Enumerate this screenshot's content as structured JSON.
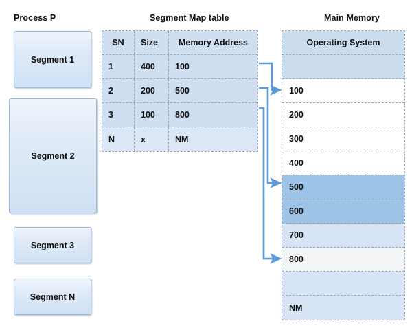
{
  "titles": {
    "process": "Process P",
    "segment_table": "Segment Map table",
    "main_memory": "Main Memory"
  },
  "process": {
    "segments": [
      {
        "label": "Segment 1"
      },
      {
        "label": "Segment 2"
      },
      {
        "label": "Segment 3"
      },
      {
        "label": "Segment N"
      }
    ]
  },
  "segment_map_table": {
    "headers": {
      "sn": "SN",
      "size": "Size",
      "address": "Memory Address"
    },
    "rows": [
      {
        "sn": "1",
        "size": "400",
        "address": "100"
      },
      {
        "sn": "2",
        "size": "200",
        "address": "500"
      },
      {
        "sn": "3",
        "size": "100",
        "address": "800"
      },
      {
        "sn": "N",
        "size": "x",
        "address": "NM"
      }
    ]
  },
  "main_memory": {
    "rows": [
      {
        "label": "Operating System"
      },
      {
        "label": ""
      },
      {
        "label": "100"
      },
      {
        "label": "200"
      },
      {
        "label": "300"
      },
      {
        "label": "400"
      },
      {
        "label": "500"
      },
      {
        "label": "600"
      },
      {
        "label": "700"
      },
      {
        "label": "800"
      },
      {
        "label": ""
      },
      {
        "label": "NM"
      }
    ]
  },
  "colors": {
    "accent": "#4f81bd",
    "table_fill": "#cfdff1",
    "table_fill_light": "#dbe7f6",
    "mem_os": "#ccdcef",
    "mem_allocated": "#9dc3e6",
    "mem_light": "#d6e4f5",
    "mem_free": "#ffffff",
    "mem_offwhite": "#f3f4f5",
    "border_dashed": "#9aa7b5"
  }
}
